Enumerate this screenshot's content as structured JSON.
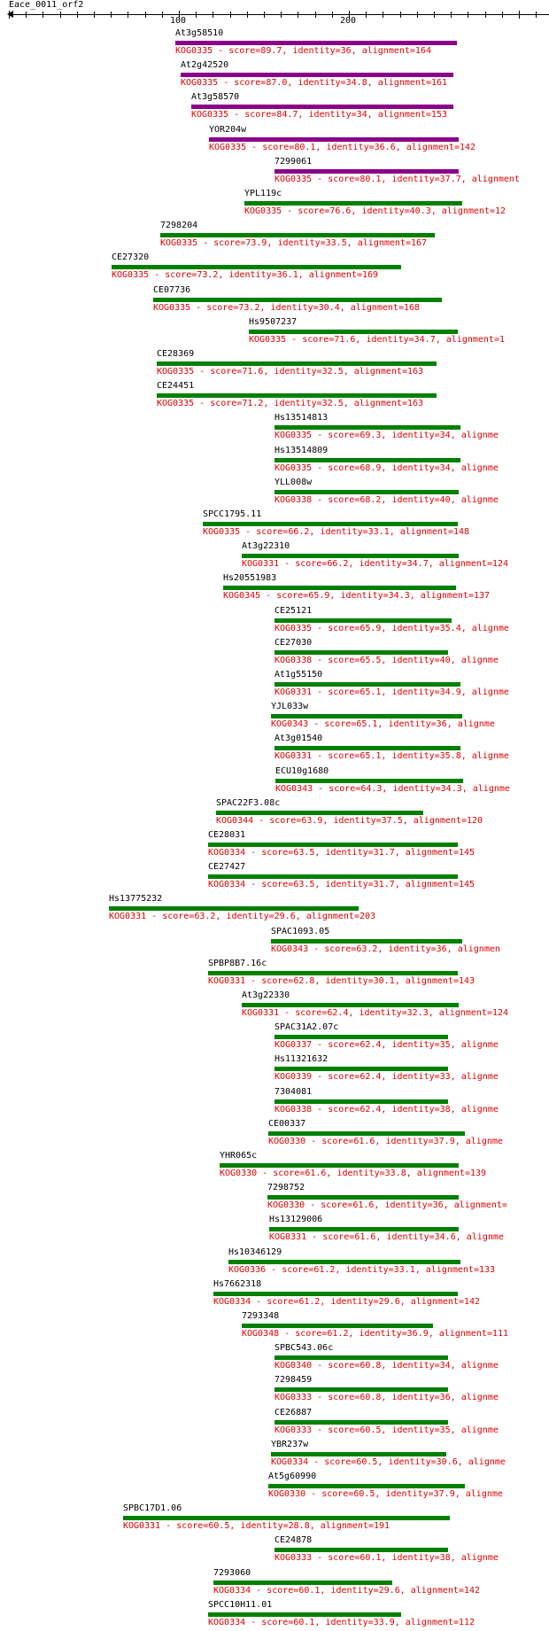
{
  "query": {
    "name": "Eace_0011_orf2"
  },
  "axis": {
    "ticks": [
      {
        "value": 100,
        "label": "100"
      },
      {
        "value": 200,
        "label": "200"
      }
    ]
  },
  "colors": {
    "purple": "#8b008b",
    "green": "#008000",
    "text": "#000000",
    "desc": "#e00000"
  },
  "hits": [
    {
      "name": "At3g58510",
      "desc": "KOG0335 - score=89.7, identity=36, alignment=164",
      "color": "purple"
    },
    {
      "name": "At2g42520",
      "desc": "KOG0335 - score=87.0, identity=34.8, alignment=161",
      "color": "purple"
    },
    {
      "name": "At3g58570",
      "desc": "KOG0335 - score=84.7, identity=34, alignment=153",
      "color": "purple"
    },
    {
      "name": "YOR204w",
      "desc": "KOG0335 - score=80.1, identity=36.6, alignment=142",
      "color": "purple"
    },
    {
      "name": "7299061",
      "desc": "KOG0335 - score=80.1, identity=37.7, alignment",
      "color": "purple"
    },
    {
      "name": "YPL119c",
      "desc": "KOG0335 - score=76.6, identity=40.3, alignment=12",
      "color": "green"
    },
    {
      "name": "7298204",
      "desc": "KOG0335 - score=73.9, identity=33.5, alignment=167",
      "color": "green"
    },
    {
      "name": "CE27320",
      "desc": "KOG0335 - score=73.2, identity=36.1, alignment=169",
      "color": "green"
    },
    {
      "name": "CE07736",
      "desc": "KOG0335 - score=73.2, identity=30.4, alignment=168",
      "color": "green"
    },
    {
      "name": "Hs9507237",
      "desc": "KOG0335 - score=71.6, identity=34.7, alignment=1",
      "color": "green"
    },
    {
      "name": "CE28369",
      "desc": "KOG0335 - score=71.6, identity=32.5, alignment=163",
      "color": "green"
    },
    {
      "name": "CE24451",
      "desc": "KOG0335 - score=71.2, identity=32.5, alignment=163",
      "color": "green"
    },
    {
      "name": "Hs13514813",
      "desc": "KOG0335 - score=69.3, identity=34, alignme",
      "color": "green"
    },
    {
      "name": "Hs13514809",
      "desc": "KOG0335 - score=68.9, identity=34, alignme",
      "color": "green"
    },
    {
      "name": "YLL008w",
      "desc": "KOG0338 - score=68.2, identity=40, alignme",
      "color": "green"
    },
    {
      "name": "SPCC1795.11",
      "desc": "KOG0335 - score=66.2, identity=33.1, alignment=148",
      "color": "green"
    },
    {
      "name": "At3g22310",
      "desc": "KOG0331 - score=66.2, identity=34.7, alignment=124",
      "color": "green"
    },
    {
      "name": "Hs20551983",
      "desc": "KOG0345 - score=65.9, identity=34.3, alignment=137",
      "color": "green"
    },
    {
      "name": "CE25121",
      "desc": "KOG0335 - score=65.9, identity=35.4, alignme",
      "color": "green"
    },
    {
      "name": "CE27030",
      "desc": "KOG0338 - score=65.5, identity=40, alignme",
      "color": "green"
    },
    {
      "name": "At1g55150",
      "desc": "KOG0331 - score=65.1, identity=34.9, alignme",
      "color": "green"
    },
    {
      "name": "YJL033w",
      "desc": "KOG0343 - score=65.1, identity=36, alignme",
      "color": "green"
    },
    {
      "name": "At3g01540",
      "desc": "KOG0331 - score=65.1, identity=35.8, alignme",
      "color": "green"
    },
    {
      "name": "ECU10g1680",
      "desc": "KOG0343 - score=64.3, identity=34.3, alignme",
      "color": "green"
    },
    {
      "name": "SPAC22F3.08c",
      "desc": "KOG0344 - score=63.9, identity=37.5, alignment=120",
      "color": "green"
    },
    {
      "name": "CE28031",
      "desc": "KOG0334 - score=63.5, identity=31.7, alignment=145",
      "color": "green"
    },
    {
      "name": "CE27427",
      "desc": "KOG0334 - score=63.5, identity=31.7, alignment=145",
      "color": "green"
    },
    {
      "name": "Hs13775232",
      "desc": "KOG0331 - score=63.2, identity=29.6, alignment=203",
      "color": "green"
    },
    {
      "name": "SPAC1093.05",
      "desc": "KOG0343 - score=63.2, identity=36, alignmen",
      "color": "green"
    },
    {
      "name": "SPBP8B7.16c",
      "desc": "KOG0331 - score=62.8, identity=30.1, alignment=143",
      "color": "green"
    },
    {
      "name": "At3g22330",
      "desc": "KOG0331 - score=62.4, identity=32.3, alignment=124",
      "color": "green"
    },
    {
      "name": "SPAC31A2.07c",
      "desc": "KOG0337 - score=62.4, identity=35, alignme",
      "color": "green"
    },
    {
      "name": "Hs11321632",
      "desc": "KOG0339 - score=62.4, identity=33, alignme",
      "color": "green"
    },
    {
      "name": "7304081",
      "desc": "KOG0338 - score=62.4, identity=38, alignme",
      "color": "green"
    },
    {
      "name": "CE00337",
      "desc": "KOG0330 - score=61.6, identity=37.9, alignme",
      "color": "green"
    },
    {
      "name": "YHR065c",
      "desc": "KOG0330 - score=61.6, identity=33.8, alignment=139",
      "color": "green"
    },
    {
      "name": "7298752",
      "desc": "KOG0330 - score=61.6, identity=36, alignment=",
      "color": "green"
    },
    {
      "name": "Hs13129006",
      "desc": "KOG0331 - score=61.6, identity=34.6, alignme",
      "color": "green"
    },
    {
      "name": "Hs10346129",
      "desc": "KOG0336 - score=61.2, identity=33.1, alignment=133",
      "color": "green"
    },
    {
      "name": "Hs7662318",
      "desc": "KOG0334 - score=61.2, identity=29.6, alignment=142",
      "color": "green"
    },
    {
      "name": "7293348",
      "desc": "KOG0348 - score=61.2, identity=36.9, alignment=111",
      "color": "green"
    },
    {
      "name": "SPBC543.06c",
      "desc": "KOG0340 - score=60.8, identity=34, alignme",
      "color": "green"
    },
    {
      "name": "7298459",
      "desc": "KOG0333 - score=60.8, identity=36, alignme",
      "color": "green"
    },
    {
      "name": "CE26887",
      "desc": "KOG0333 - score=60.5, identity=35, alignme",
      "color": "green"
    },
    {
      "name": "YBR237w",
      "desc": "KOG0334 - score=60.5, identity=30.6, alignme",
      "color": "green"
    },
    {
      "name": "At5g60990",
      "desc": "KOG0330 - score=60.5, identity=37.9, alignme",
      "color": "green"
    },
    {
      "name": "SPBC17D1.06",
      "desc": "KOG0331 - score=60.5, identity=28.8, alignment=191",
      "color": "green"
    },
    {
      "name": "CE24878",
      "desc": "KOG0333 - score=60.1, identity=38, alignme",
      "color": "green"
    },
    {
      "name": "7293060",
      "desc": "KOG0334 - score=60.1, identity=29.6, alignment=142",
      "color": "green"
    },
    {
      "name": "SPCC10H11.01",
      "desc": "KOG0334 - score=60.1, identity=33.9, alignment=112",
      "color": "green"
    }
  ]
}
